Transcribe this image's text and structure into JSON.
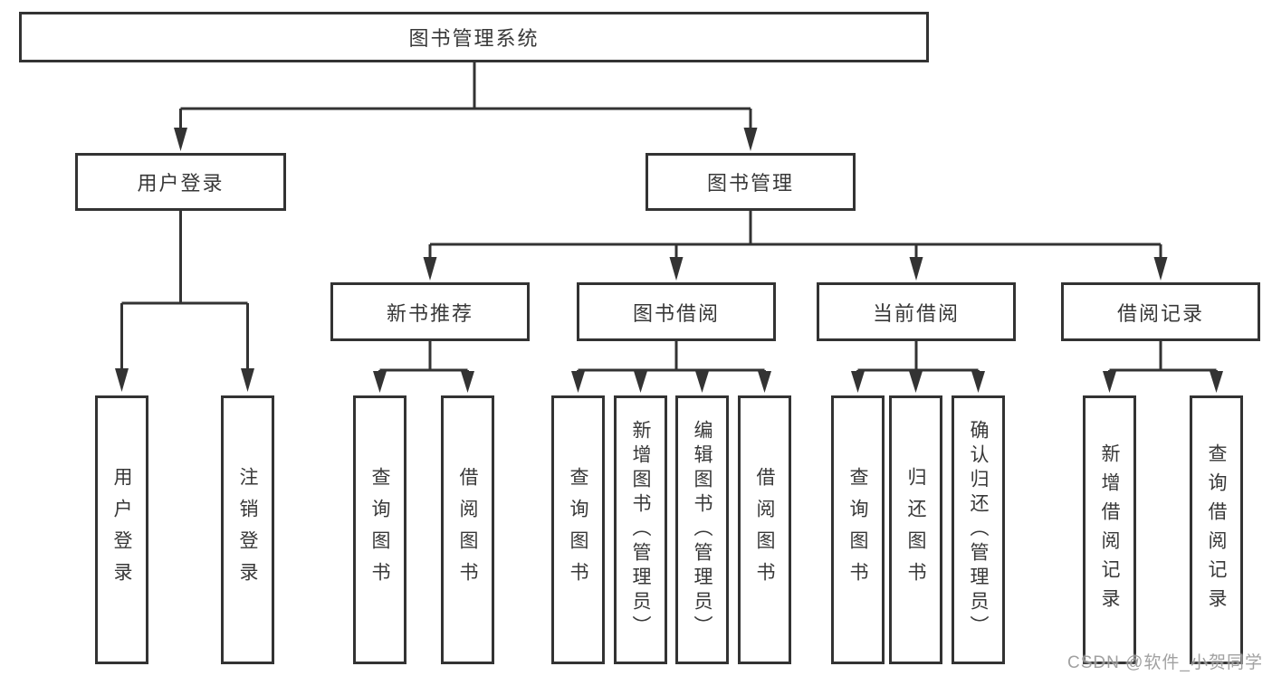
{
  "tree": {
    "root": {
      "label": "图书管理系统",
      "children": [
        {
          "label": "用户登录",
          "children": [
            {
              "label": "用户登录"
            },
            {
              "label": "注销登录"
            }
          ]
        },
        {
          "label": "图书管理",
          "children": [
            {
              "label": "新书推荐",
              "children": [
                {
                  "label": "查询图书"
                },
                {
                  "label": "借阅图书"
                }
              ]
            },
            {
              "label": "图书借阅",
              "children": [
                {
                  "label": "查询图书"
                },
                {
                  "label": "新增图书（管理员）"
                },
                {
                  "label": "编辑图书（管理员）"
                },
                {
                  "label": "借阅图书"
                }
              ]
            },
            {
              "label": "当前借阅",
              "children": [
                {
                  "label": "查询图书"
                },
                {
                  "label": "归还图书"
                },
                {
                  "label": "确认归还（管理员）"
                }
              ]
            },
            {
              "label": "借阅记录",
              "children": [
                {
                  "label": "新增借阅记录"
                },
                {
                  "label": "查询借阅记录"
                }
              ]
            }
          ]
        }
      ]
    }
  },
  "colors": {
    "line": "#333333",
    "text": "#383838",
    "background": "#ffffff",
    "watermark": "#919191"
  },
  "watermark": {
    "text": "CSDN @软件_小贺同学"
  }
}
